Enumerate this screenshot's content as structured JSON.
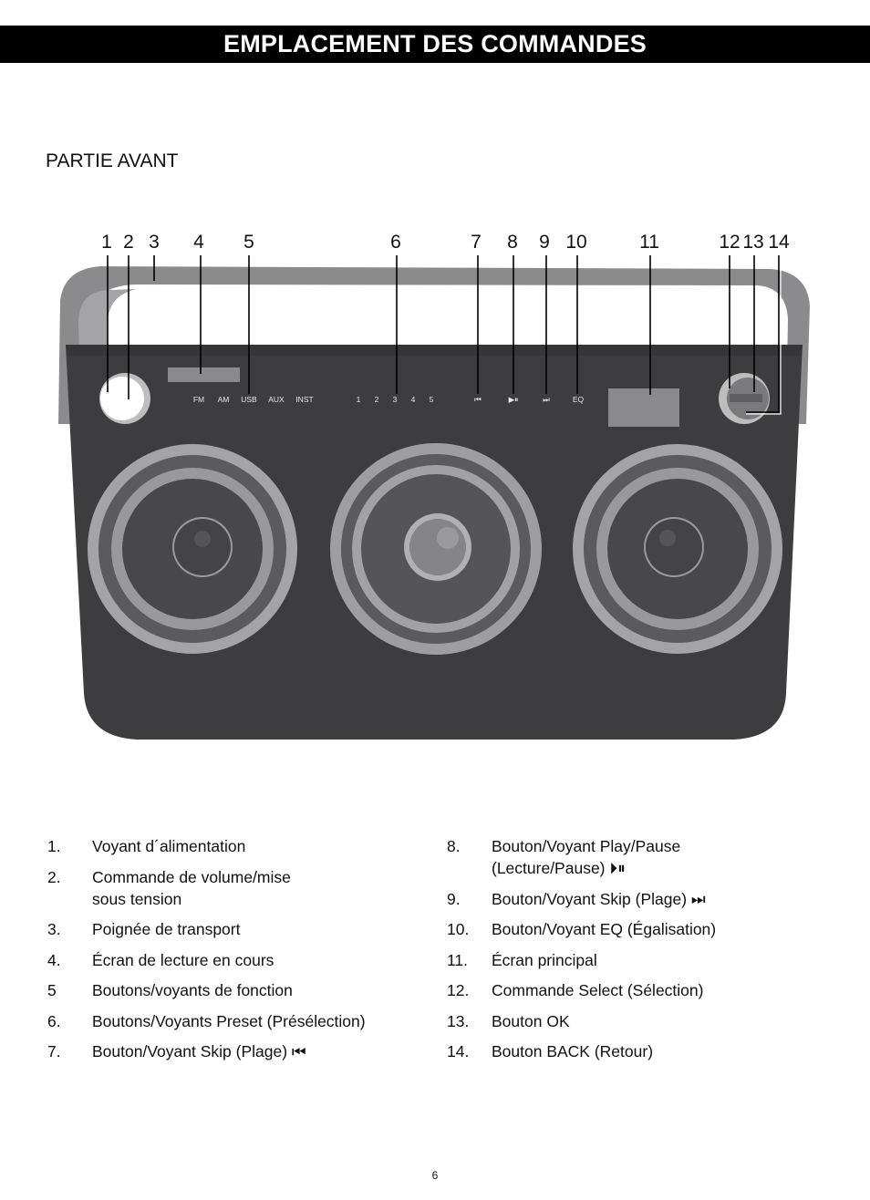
{
  "header": {
    "title": "EMPLACEMENT DES COMMANDES"
  },
  "section": {
    "title": "PARTIE AVANT"
  },
  "callouts": [
    "1",
    "2",
    "3",
    "4",
    "5",
    "6",
    "7",
    "8",
    "9",
    "10",
    "11",
    "12",
    "13",
    "14"
  ],
  "panel": {
    "function_labels": [
      "FM",
      "AM",
      "USB",
      "AUX",
      "INST"
    ],
    "preset_labels": [
      "1",
      "2",
      "3",
      "4",
      "5"
    ],
    "control_labels": [
      "⏮",
      "▶⏸",
      "⏭",
      "EQ"
    ]
  },
  "items_left": [
    {
      "num": "1.",
      "text": "Voyant d´alimentation"
    },
    {
      "num": "2.",
      "text": "Commande de volume/mise",
      "text2": "sous tension"
    },
    {
      "num": "3.",
      "text": "Poignée de transport"
    },
    {
      "num": "4.",
      "text": "Écran de lecture en cours"
    },
    {
      "num": "5",
      "text": "Boutons/voyants de fonction"
    },
    {
      "num": "6.",
      "text": "Boutons/Voyants Preset (Présélection)"
    },
    {
      "num": "7.",
      "text": "Bouton/Voyant Skip (Plage) ⏮"
    }
  ],
  "items_right": [
    {
      "num": "8.",
      "text": "Bouton/Voyant Play/Pause",
      "text2": "(Lecture/Pause) ⏵⏸"
    },
    {
      "num": "9.",
      "text": "Bouton/Voyant Skip (Plage) ⏭"
    },
    {
      "num": "10.",
      "text": "Bouton/Voyant EQ (Égalisation)"
    },
    {
      "num": "11.",
      "text": " Écran principal"
    },
    {
      "num": "12.",
      "text": "Commande Select (Sélection)"
    },
    {
      "num": "13.",
      "text": "Bouton OK"
    },
    {
      "num": "14.",
      "text": "Bouton BACK (Retour)"
    }
  ],
  "footer": {
    "page_number": "6"
  },
  "colors": {
    "body": "#3d3d3f",
    "handle": "#8e8e90",
    "label_bar": "#000000"
  }
}
